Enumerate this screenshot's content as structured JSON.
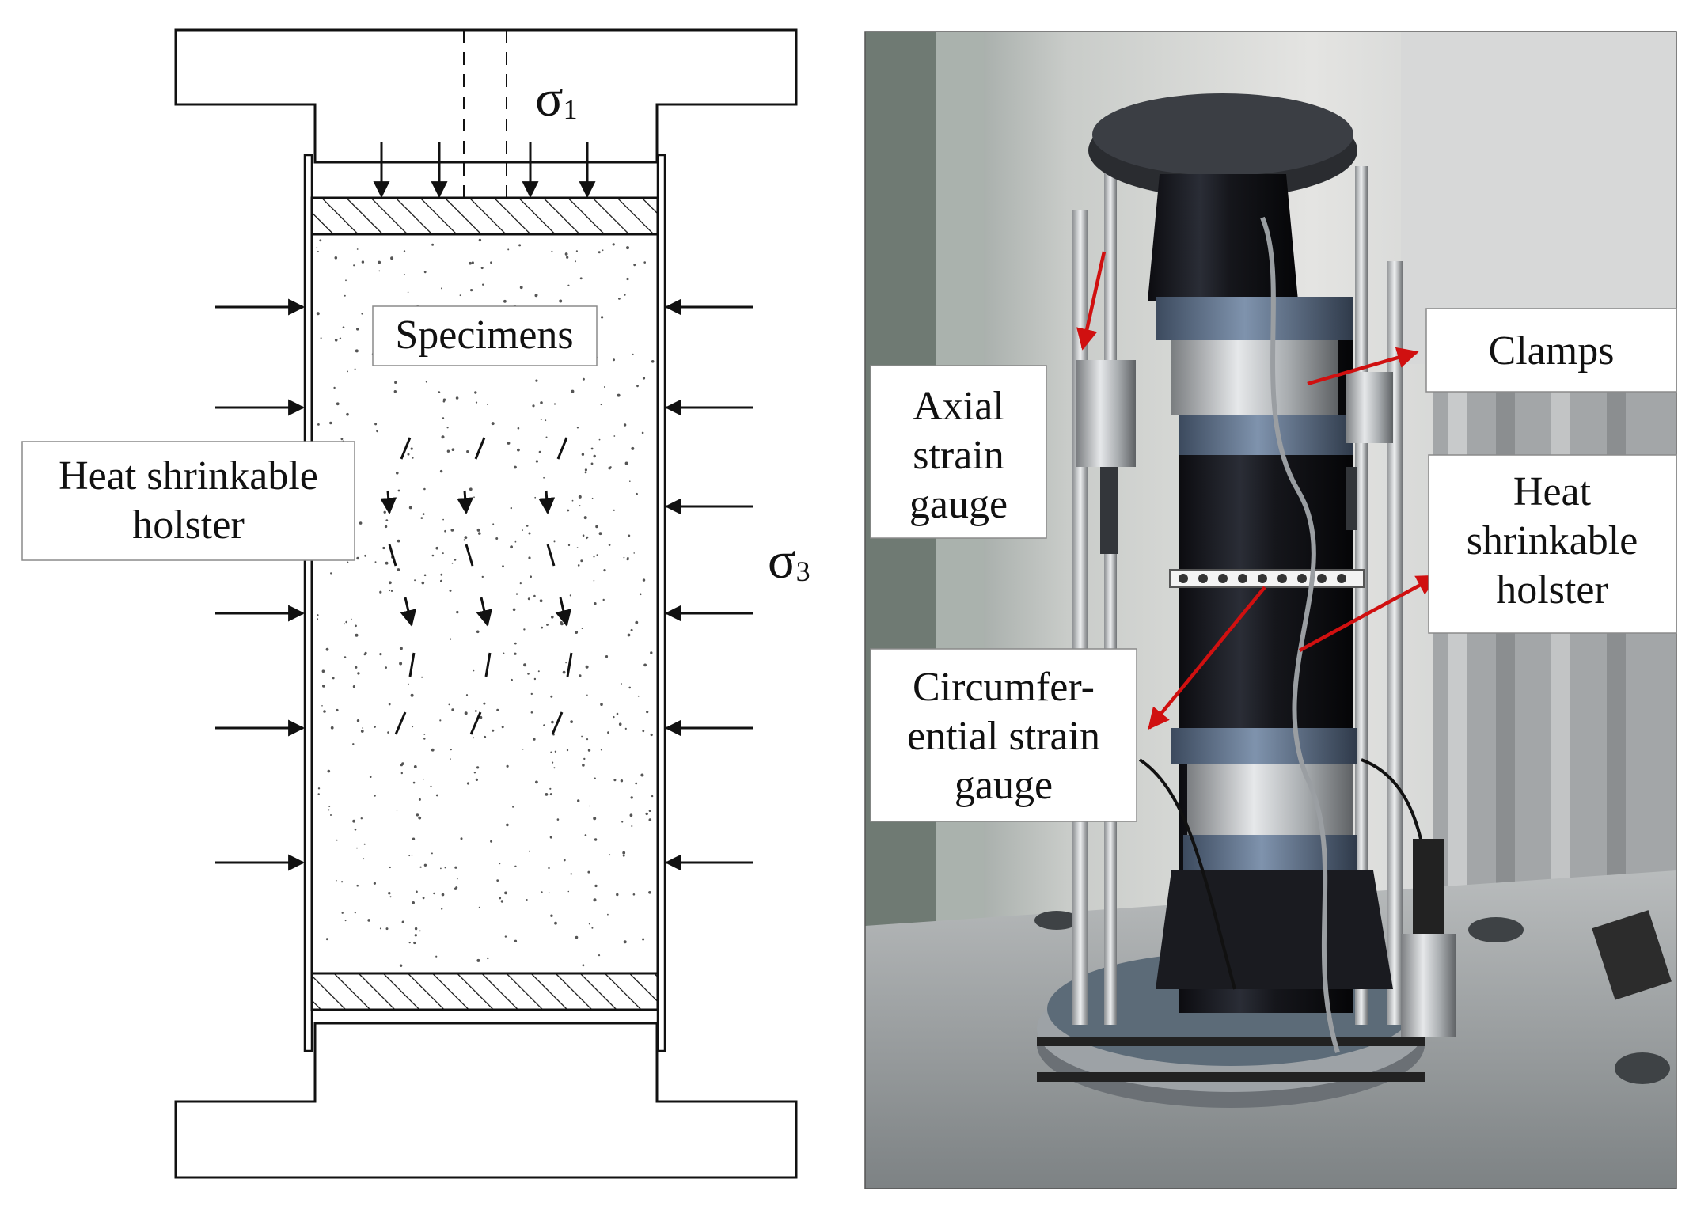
{
  "diagram": {
    "labels": {
      "specimens": "Specimens",
      "holster_line1": "Heat shrinkable",
      "holster_line2": "holster",
      "sigma1_symbol": "σ",
      "sigma1_sub": "1",
      "sigma3_symbol": "σ",
      "sigma3_sub": "3"
    }
  },
  "photo": {
    "labels": {
      "axial_line1": "Axial",
      "axial_line2": "strain",
      "axial_line3": "gauge",
      "clamps": "Clamps",
      "holster_line1": "Heat",
      "holster_line2": "shrinkable",
      "holster_line3": "holster",
      "circ_line1": "Circumfer-",
      "circ_line2": "ential strain",
      "circ_line3": "gauge"
    },
    "colors": {
      "annotation_arrow": "#d01010"
    }
  }
}
